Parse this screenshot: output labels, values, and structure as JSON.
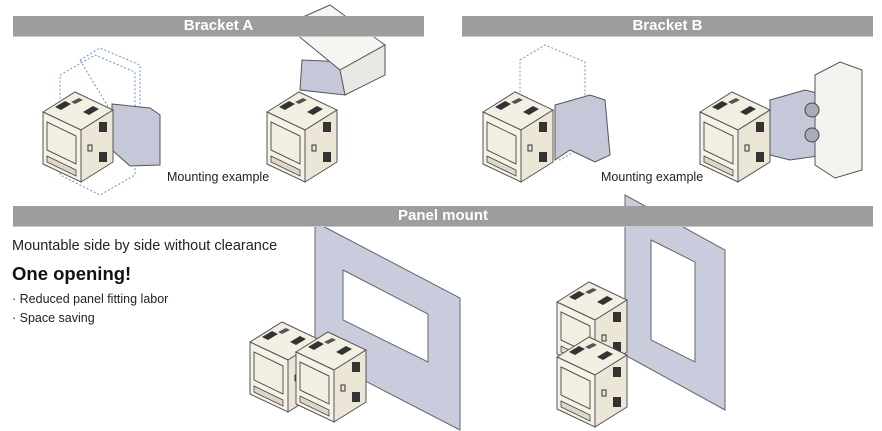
{
  "sections": {
    "bracket_a": {
      "title": "Bracket A",
      "caption": "Mounting example"
    },
    "bracket_b": {
      "title": "Bracket B",
      "caption": "Mounting example"
    },
    "panel_mount": {
      "title": "Panel mount",
      "headline": "Mountable side by side without clearance",
      "emphasis": "One opening!",
      "bullets": [
        "· Reduced panel fitting labor",
        "· Space saving"
      ]
    }
  },
  "colors": {
    "header_bar": "#9c9d9c",
    "device_body": "#f3efe3",
    "bracket_metal": "#c5c8d8",
    "panel_plate": "#c9ccdc",
    "ghost_outline": "#6f93c4"
  }
}
